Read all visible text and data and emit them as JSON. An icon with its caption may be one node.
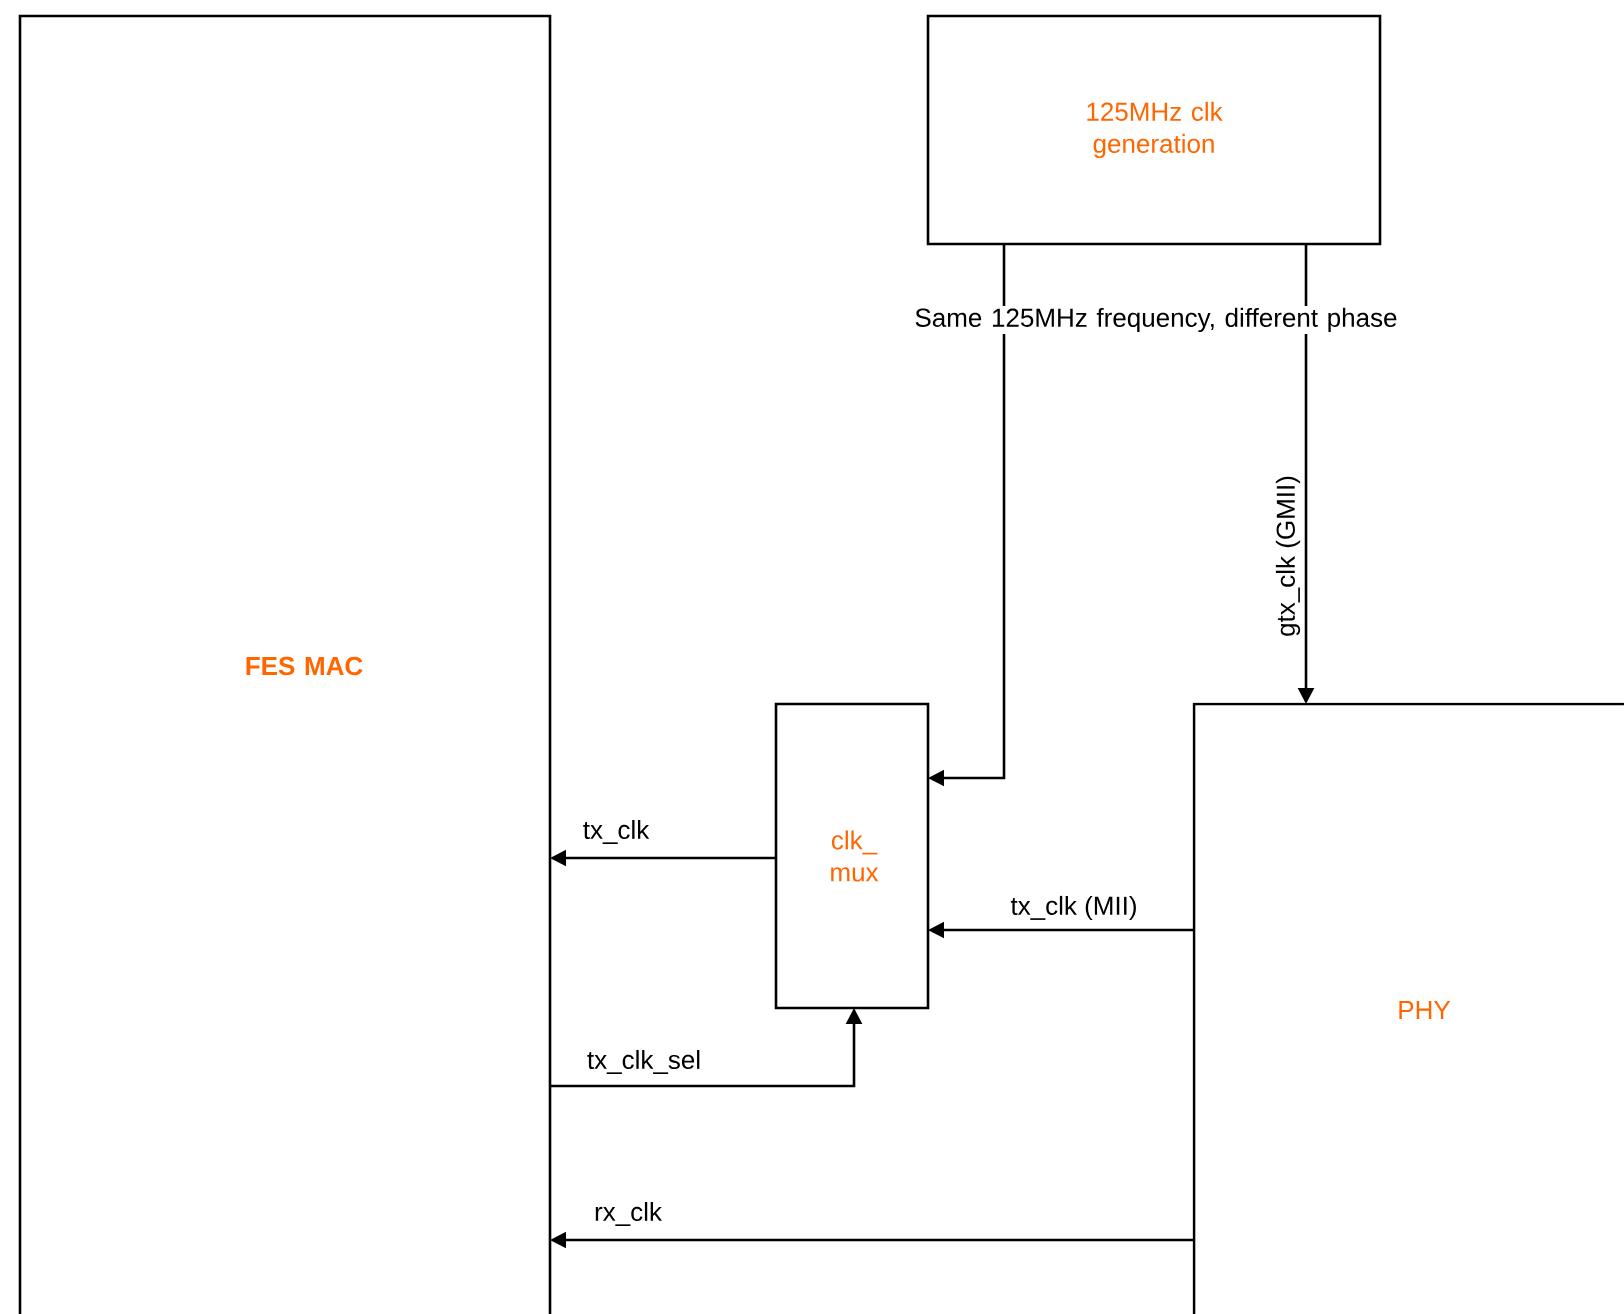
{
  "diagram": {
    "nodes": [
      {
        "text": [
          "FES MAC"
        ]
      },
      {
        "text": [
          "125MHz clk generation"
        ]
      },
      {
        "text": [
          "clk_ mux"
        ]
      },
      {
        "text": [
          "PHY"
        ]
      }
    ],
    "edges": [
      {
        "from": 1,
        "to": 2,
        "arrow": "to"
      },
      {
        "from": 1,
        "to": 3,
        "arrow": "to",
        "label": "gtx_clk (GMII)"
      },
      {
        "from": 2,
        "to": 0,
        "arrow": "to",
        "label": "tx_clk"
      },
      {
        "from": 3,
        "to": 2,
        "arrow": "to",
        "label": "tx_clk (MII)"
      },
      {
        "from": 0,
        "to": 2,
        "arrow": "to",
        "label": "tx_clk_sel"
      },
      {
        "from": 3,
        "to": 0,
        "arrow": "to",
        "label": "rx_clk"
      }
    ],
    "labels": [
      "Same 125MHz frequency, different phase"
    ]
  }
}
